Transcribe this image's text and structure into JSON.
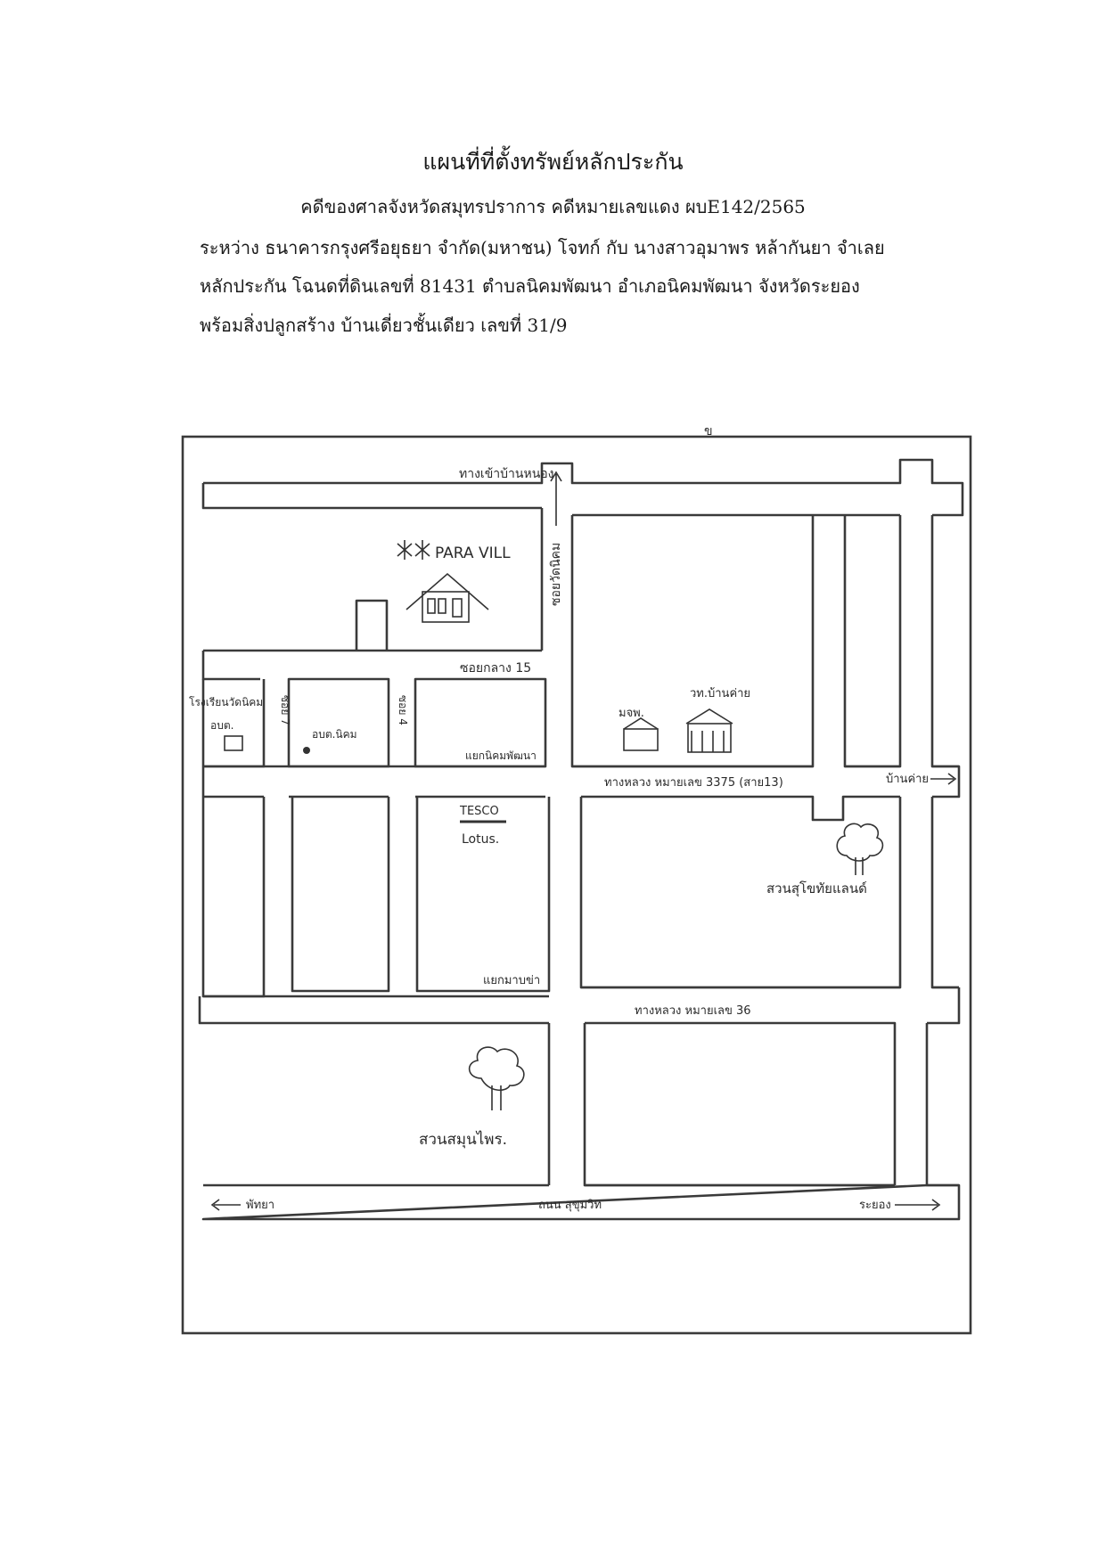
{
  "document": {
    "title": "แผนที่ที่ตั้งทรัพย์หลักประกัน",
    "line1": "คดีของศาลจังหวัดสมุทรปราการ  คดีหมายเลขแดง  ผบE142/2565",
    "line2": "ระหว่าง  ธนาคารกรุงศรีอยุธยา จำกัด(มหาชน) โจทก์ กับ นางสาวอุมาพร  หล้ากันยา  จำเลย",
    "line3": "หลักประกัน โฉนดที่ดินเลขที่  81431  ตำบลนิคมพัฒนา  อำเภอนิคมพัฒนา  จังหวัดระยอง",
    "line4": "พร้อมสิ่งปลูกสร้าง  บ้านเดี่ยวชั้นเดียว  เลขที่ 31/9"
  },
  "map": {
    "north_marker": "ข",
    "labels": {
      "top_road": "ทางเข้าบ้านหนอง",
      "para_vill": "PARA VILL",
      "vertical_road": "ซอยวัดนิคม",
      "soi15": "ซอยกลาง 15",
      "left_small_1": "โรงเรียนวัดนิคม",
      "left_small_2": "อบต.",
      "soi7": "ซอย 7",
      "clinic": "อบต.นิคม",
      "soi4": "ซอย 4",
      "market": "แยกนิคมพัฒนา",
      "school": "มจพ.",
      "village_office": "วท.บ้านค่าย",
      "road3375": "ทางหลวง หมายเลข 3375 (สาย13)",
      "ban_khai": "บ้านค่าย",
      "tesco": "TESCO",
      "lotus": "Lotus.",
      "suan_sukhothai": "สวนสุโขทัยแลนด์",
      "bottom_intersection": "แยกมาบข่า",
      "road36": "ทางหลวง หมายเลข 36",
      "herb_garden": "สวนสมุนไพร.",
      "pattaya": "พัทยา",
      "sukhumvit": "ถนน สุขุมวิท",
      "rayong": "ระยอง"
    }
  }
}
